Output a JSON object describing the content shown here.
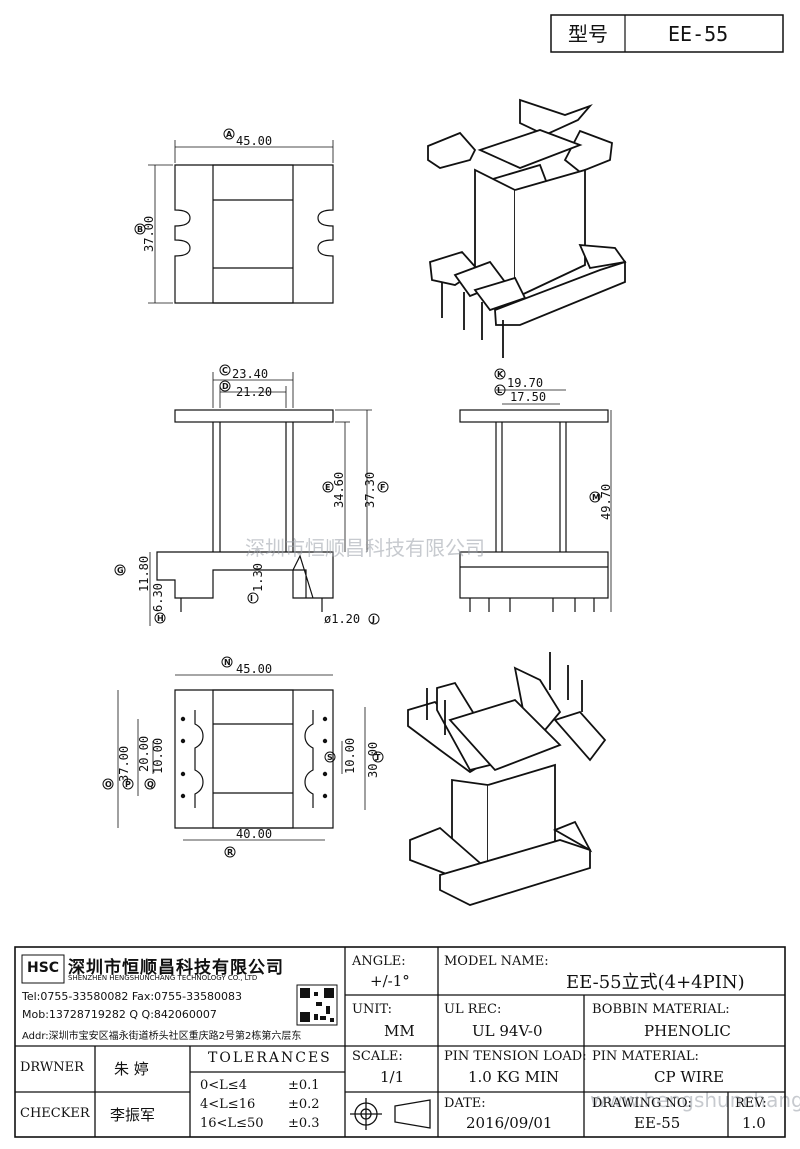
{
  "header": {
    "type_label": "型号",
    "type_value": "EE-55"
  },
  "dimensions": {
    "top_width": "45.00",
    "top_height": "37.00",
    "c": "23.40",
    "d": "21.20",
    "e": "34.60",
    "f": "37.30",
    "g": "11.80",
    "h": "6.30",
    "i": "1.30",
    "j": "ø1.20",
    "k": "19.70",
    "l": "17.50",
    "m": "49.70",
    "n": "45.00",
    "o": "37.00",
    "p": "20.00",
    "q": "10.00",
    "r": "40.00",
    "s": "10.00",
    "t": "30.00"
  },
  "markers": {
    "a": "A",
    "b": "B",
    "c": "C",
    "d": "D",
    "e": "E",
    "f": "F",
    "g": "G",
    "h": "H",
    "i": "I",
    "j": "J",
    "k": "K",
    "l": "L",
    "m": "M",
    "n": "N",
    "o": "O",
    "p": "P",
    "q": "Q",
    "r": "R",
    "s": "S",
    "t": "T"
  },
  "watermark": {
    "text1": "深圳市恒顺昌科技有限公司",
    "text2": "www.hengshunchang.com"
  },
  "company": {
    "logo": "HSC",
    "name_cn": "深圳市恒顺昌科技有限公司",
    "name_en": "SHENZHEN HENGSHUNCHANG TECHNOLOGY CO., LTD",
    "tel": "Tel:0755-33580082 Fax:0755-33580083",
    "mob": "Mob:13728719282     Q  Q:842060007",
    "addr": "Addr:深圳市宝安区福永街道桥头社区重庆路2号第2栋第六层东"
  },
  "title_block": {
    "drwner_label": "DRWNER",
    "drwner_value": "朱  婷",
    "checker_label": "CHECKER",
    "checker_value": "李振军",
    "tolerances_title": "TOLERANCES",
    "tol_rows": [
      {
        "range": "0<L≤4",
        "value": "±0.1"
      },
      {
        "range": "4<L≤16",
        "value": "±0.2"
      },
      {
        "range": "16<L≤50",
        "value": "±0.3"
      }
    ],
    "angle_label": "ANGLE:",
    "angle_value": "+/-1°",
    "unit_label": "UNIT:",
    "unit_value": "MM",
    "scale_label": "SCALE:",
    "scale_value": "1/1",
    "model_label": "MODEL NAME:",
    "model_value": "EE-55立式(4+4PIN)",
    "ul_label": "UL REC:",
    "ul_value": "UL 94V-0",
    "bobbin_label": "BOBBIN MATERIAL:",
    "bobbin_value": "PHENOLIC",
    "pin_tension_label": "PIN TENSION LOAD:",
    "pin_tension_value": "1.0 KG MIN",
    "pin_material_label": "PIN MATERIAL:",
    "pin_material_value": "CP WIRE",
    "date_label": "DATE:",
    "date_value": "2016/09/01",
    "drawing_label": "DRAWING NO:",
    "drawing_value": "EE-55",
    "rev_label": "REV:",
    "rev_value": "1.0"
  }
}
